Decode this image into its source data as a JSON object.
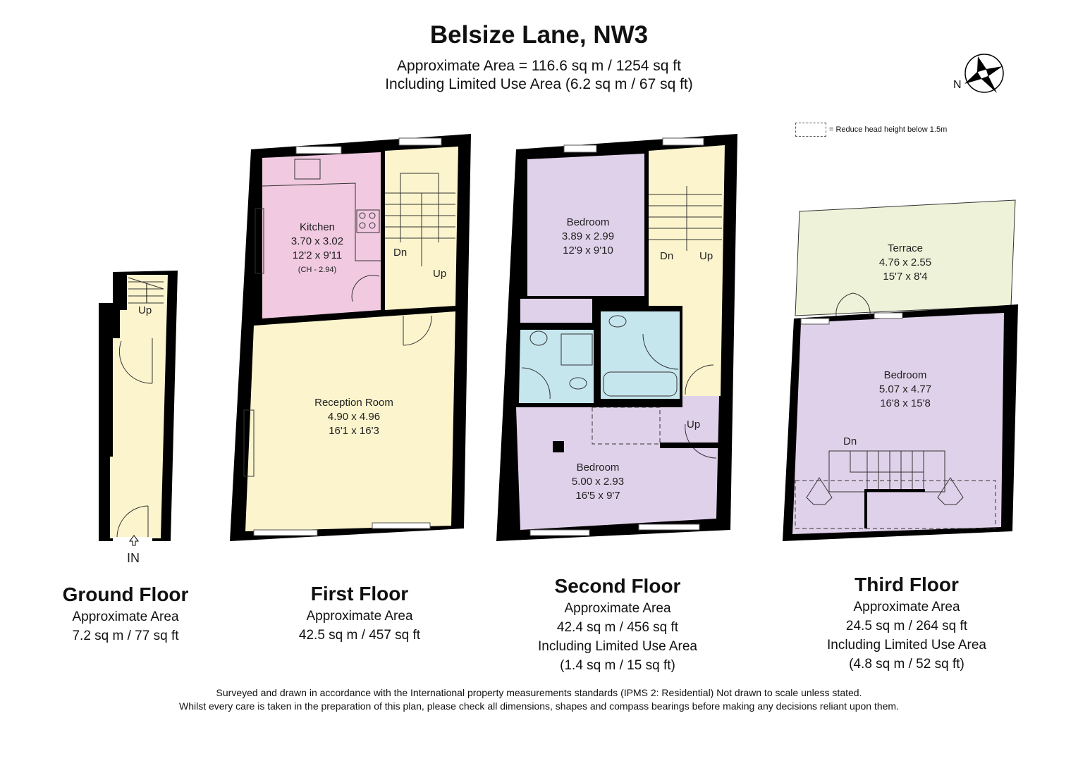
{
  "header": {
    "title": "Belsize Lane, NW3",
    "total_area": "Approximate Area = 116.6 sq m / 1254 sq ft",
    "limited_use": "Including Limited Use Area (6.2 sq m / 67 sq ft)"
  },
  "compass": {
    "label": "N"
  },
  "legend": {
    "text": "= Reduce head height below 1.5m"
  },
  "colors": {
    "wall": "#000000",
    "hall": "#FBF4CD",
    "kitchen": "#F1C9E1",
    "bedroom": "#E0D1EA",
    "bathroom": "#C6E6EE",
    "terrace": "#EEF2D8"
  },
  "floors": [
    {
      "name": "Ground Floor",
      "area_label": "Approximate Area",
      "area": "7.2 sq m / 77 sq ft",
      "entrance": "IN",
      "stairs": [
        "Up"
      ],
      "rooms": []
    },
    {
      "name": "First Floor",
      "area_label": "Approximate Area",
      "area": "42.5 sq m / 457 sq ft",
      "stairs": [
        "Dn",
        "Up"
      ],
      "rooms": [
        {
          "name": "Kitchen",
          "metric": "3.70 x 3.02",
          "imperial": "12'2 x 9'11",
          "ceiling": "(CH - 2.94)"
        },
        {
          "name": "Reception Room",
          "metric": "4.90 x 4.96",
          "imperial": "16'1 x 16'3"
        }
      ]
    },
    {
      "name": "Second Floor",
      "area_label": "Approximate Area",
      "area": "42.4 sq m / 456 sq ft",
      "limited_label": "Including Limited Use Area",
      "limited": "(1.4 sq m / 15 sq ft)",
      "stairs": [
        "Dn",
        "Up",
        "Up"
      ],
      "rooms": [
        {
          "name": "Bedroom",
          "metric": "3.89 x 2.99",
          "imperial": "12'9 x 9'10"
        },
        {
          "name": "Bedroom",
          "metric": "5.00 x 2.93",
          "imperial": "16'5 x 9'7"
        }
      ]
    },
    {
      "name": "Third Floor",
      "area_label": "Approximate Area",
      "area": "24.5 sq m / 264 sq ft",
      "limited_label": "Including Limited Use Area",
      "limited": "(4.8 sq m / 52 sq ft)",
      "stairs": [
        "Dn"
      ],
      "rooms": [
        {
          "name": "Terrace",
          "metric": "4.76 x 2.55",
          "imperial": "15'7 x 8'4"
        },
        {
          "name": "Bedroom",
          "metric": "5.07 x 4.77",
          "imperial": "16'8 x 15'8"
        }
      ]
    }
  ],
  "footer": {
    "line1": "Surveyed and drawn in accordance with the International property measurements standards (IPMS 2: Residential) Not drawn to scale unless stated.",
    "line2": "Whilst every care is taken in the preparation of this plan, please check all dimensions, shapes and compass bearings before making any decisions reliant upon them."
  }
}
